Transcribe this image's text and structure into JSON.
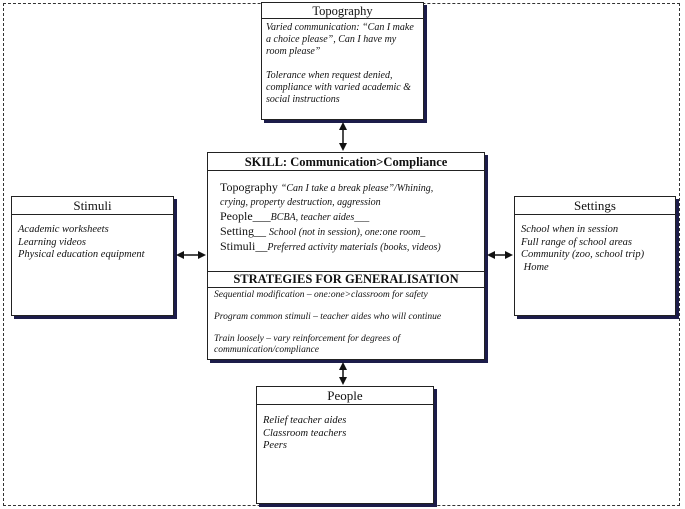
{
  "topography": {
    "title": "Topography",
    "lines_a": [
      "Varied communication: “Can I make",
      "a choice please”, Can I have my",
      "room please”"
    ],
    "lines_b": [
      "Tolerance when request denied,",
      "compliance with varied academic &",
      "social instructions"
    ]
  },
  "stimuli": {
    "title": "Stimuli",
    "items": [
      "Academic worksheets",
      "Learning videos",
      "Physical education equipment"
    ]
  },
  "settings": {
    "title": "Settings",
    "items": [
      "School when in session",
      "Full range of school areas",
      "Community (zoo, school trip)",
      " Home"
    ]
  },
  "people": {
    "title": "People",
    "items": [
      "Relief teacher aides",
      "Classroom teachers",
      "Peers"
    ]
  },
  "skill": {
    "title": "SKILL: Communication>Compliance",
    "topography_label": "Topography ",
    "topography_value": "“Can I take a break please”/Whining,",
    "topography_value2": "crying, property destruction, aggression",
    "people_label": "People___",
    "people_value": "BCBA, teacher aides___",
    "setting_label": "Setting__ ",
    "setting_value": "School (not in session), one:one room_",
    "stimuli_label": "Stimuli__",
    "stimuli_value": "Preferred activity materials (books, videos)",
    "strategies_title": "STRATEGIES FOR GENERALISATION",
    "strategy_1": "Sequential modification – one:one>classroom for safety",
    "strategy_2": "Program common stimuli – teacher aides who will continue",
    "strategy_3a": "Train loosely – vary reinforcement for degrees of",
    "strategy_3b": "communication/compliance"
  }
}
